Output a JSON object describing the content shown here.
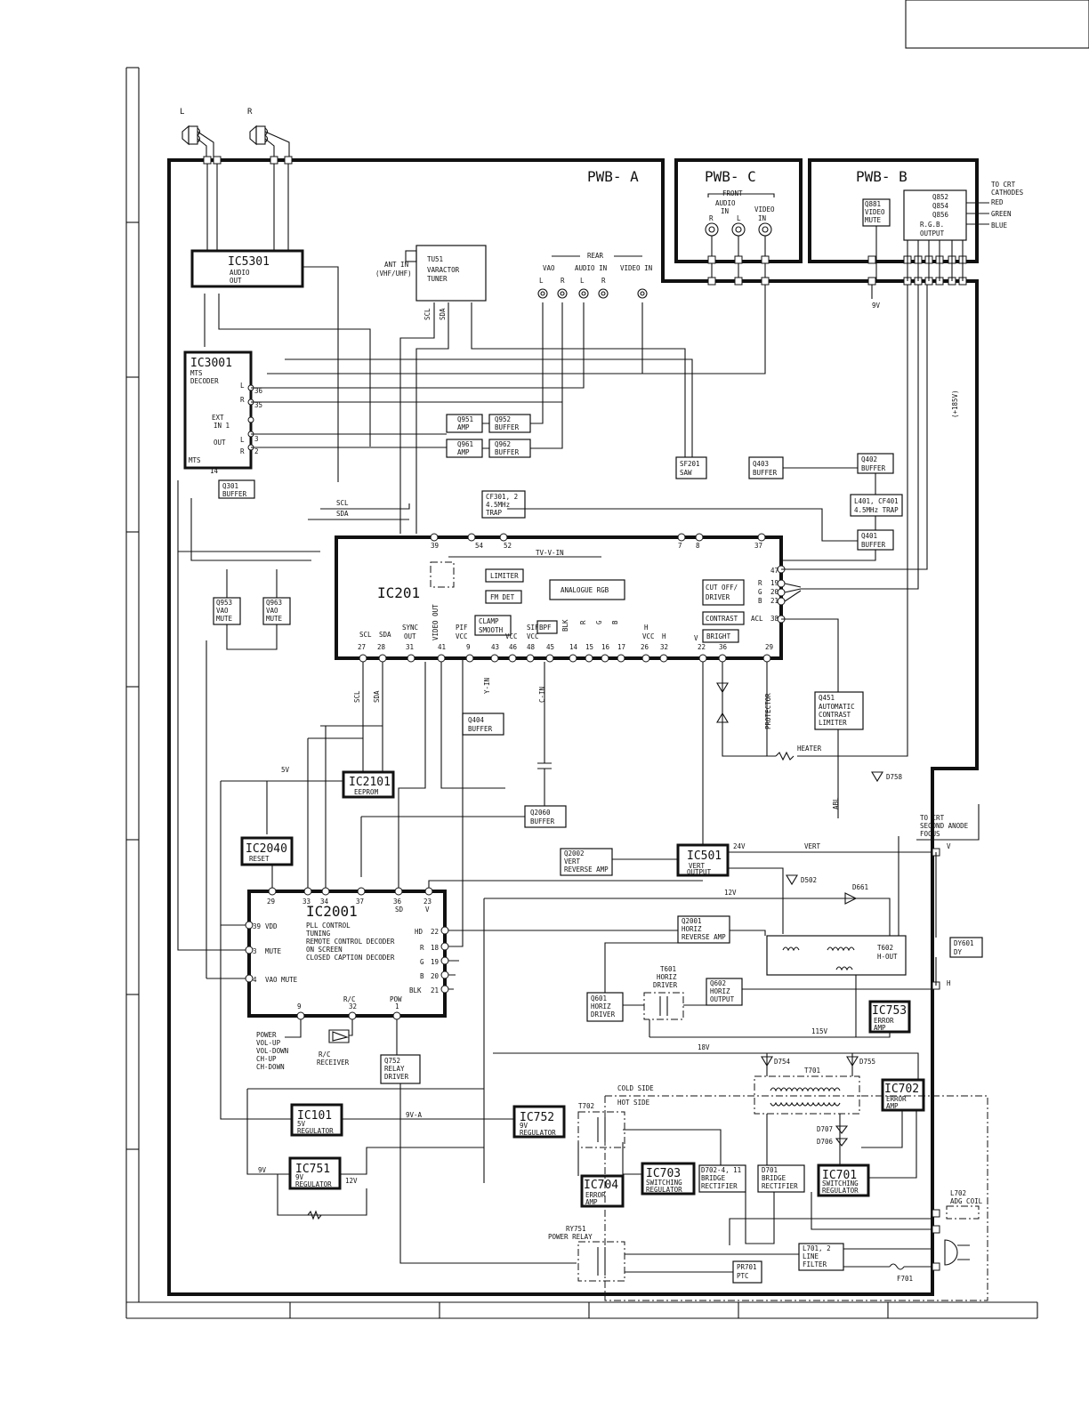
{
  "boards": {
    "a": "PWB- A",
    "b": "PWB- B",
    "c": "PWB- C"
  },
  "speakers": {
    "left": "L",
    "right": "R"
  },
  "ic5301": {
    "name": "IC5301",
    "l1": "AUDIO",
    "l2": "OUT"
  },
  "tu51": {
    "l1": "TU51",
    "l2": "VARACTOR",
    "l3": "TUNER"
  },
  "ant": {
    "l1": "ANT IN",
    "l2": "(VHF/UHF)"
  },
  "tuner_pins": {
    "scl": "SCL",
    "sda": "SDA"
  },
  "rear": {
    "title": "REAR",
    "vao": "VAO",
    "audio_in": "AUDIO IN",
    "video_in": "VIDEO IN",
    "l": "L",
    "r": "R"
  },
  "front": {
    "title": "FRONT",
    "audio_in_1": "AUDIO",
    "audio_in_2": "IN",
    "video_in_1": "VIDEO",
    "video_in_2": "IN",
    "r": "R",
    "l": "L"
  },
  "ic3001": {
    "name": "IC3001",
    "l1": "MTS",
    "l2": "DECODER",
    "ext1": "EXT",
    "ext2": "IN 1",
    "out": "OUT",
    "mts": "MTS",
    "p36": "36",
    "p35": "35",
    "p3": "3",
    "p2": "2",
    "p14": "14",
    "l": "L",
    "r": "R"
  },
  "q301": {
    "l1": "Q301",
    "l2": "BUFFER"
  },
  "q951": {
    "l1": "Q951",
    "l2": "AMP"
  },
  "q952": {
    "l1": "Q952",
    "l2": "BUFFER"
  },
  "q961": {
    "l1": "Q961",
    "l2": "AMP"
  },
  "q962": {
    "l1": "Q962",
    "l2": "BUFFER"
  },
  "cf301": {
    "l1": "CF301, 2",
    "l2": "4.5MHz",
    "l3": "TRAP"
  },
  "sf201": {
    "l1": "SF201",
    "l2": "SAW"
  },
  "q403": {
    "l1": "Q403",
    "l2": "BUFFER"
  },
  "q402": {
    "l1": "Q402",
    "l2": "BUFFER"
  },
  "l401": {
    "l1": "L401, CF401",
    "l2": "4.5MHz TRAP"
  },
  "q401": {
    "l1": "Q401",
    "l2": "BUFFER"
  },
  "q881": {
    "l1": "Q881",
    "l2": "VIDEO",
    "l3": "MUTE"
  },
  "q852": {
    "l1": "Q852",
    "l2": "Q854",
    "l3": "Q856",
    "l4": "R.G.B.",
    "l5": "OUTPUT"
  },
  "crt": {
    "l1": "TO CRT",
    "l2": "CATHODES",
    "red": "RED",
    "green": "GREEN",
    "blue": "BLUE"
  },
  "v9": "9V",
  "v185": "(+185V)",
  "scl": "SCL",
  "sda": "SDA",
  "ic201": {
    "name": "IC201",
    "top_pins": [
      "39",
      "54",
      "52",
      "7",
      "8",
      "37"
    ],
    "tv_v_in": "TV-V-IN",
    "limiter": "LIMITER",
    "fm_det": "FM DET",
    "analogue_rgb": "ANALOGUE RGB",
    "cutoff1": "CUT OFF/",
    "cutoff2": "DRIVER",
    "contrast": "CONTRAST",
    "bright": "BRIGHT",
    "clamp1": "CLAMP",
    "clamp2": "SMOOTH",
    "bpf": "BPF",
    "video_out": "VIDEO OUT",
    "blk": "BLK",
    "r": "R",
    "g": "G",
    "b": "B",
    "right_pins": [
      "47",
      "19",
      "20",
      "21",
      "38"
    ],
    "right_labels": [
      "R",
      "G",
      "B",
      "ACL"
    ],
    "bottom_labels": [
      "SCL",
      "SDA",
      "SYNC",
      "OUT",
      "PIF",
      "VCC",
      "VCC",
      "SIF",
      "VCC",
      "H",
      "VCC",
      "H",
      "V"
    ],
    "bottom_pins": [
      "27",
      "28",
      "31",
      "41",
      "9",
      "43",
      "46",
      "48",
      "45",
      "14",
      "15",
      "16",
      "17",
      "26",
      "32",
      "22",
      "36",
      "29"
    ]
  },
  "q953": {
    "l1": "Q953",
    "l2": "VAO",
    "l3": "MUTE"
  },
  "q963": {
    "l1": "Q963",
    "l2": "VAO",
    "l3": "MUTE"
  },
  "y_in": "Y-IN",
  "c_in": "C-IN",
  "protector": "PROTECTOR",
  "q404": {
    "l1": "Q404",
    "l2": "BUFFER"
  },
  "q451": {
    "l1": "Q451",
    "l2": "AUTOMATIC",
    "l3": "CONTRAST",
    "l4": "LIMITER"
  },
  "heater": "HEATER",
  "ic2101": {
    "name": "IC2101",
    "l1": "EEPROM"
  },
  "v5": "5V",
  "d758": "D758",
  "abl": "ABL",
  "q2060": {
    "l1": "Q2060",
    "l2": "BUFFER"
  },
  "ic2040": {
    "name": "IC2040",
    "l1": "RESET"
  },
  "q2002": {
    "l1": "Q2002",
    "l2": "VERT",
    "l3": "REVERSE AMP"
  },
  "ic501": {
    "name": "IC501",
    "l1": "VERT",
    "l2": "OUTPUT"
  },
  "v24": "24V",
  "vert": "VERT",
  "crt2": {
    "l1": "TO CRT",
    "l2": "SECOND ANODE",
    "l3": "FOCUS"
  },
  "vlab": "V",
  "hlab": "H",
  "d502": "D502",
  "d661": "D661",
  "v12": "12V",
  "ic2001": {
    "name": "IC2001",
    "lines": [
      "PLL CONTROL",
      "TUNING",
      "REMOTE CONTROL DECODER",
      "ON SCREEN",
      "CLOSED CAPTION DECODER"
    ],
    "top_pins": [
      "29",
      "33",
      "34",
      "37",
      "36",
      "23"
    ],
    "sd": "SD",
    "v": "V",
    "left_pins": [
      "39",
      "3",
      "4"
    ],
    "left_labels": [
      "VDD",
      "MUTE",
      "VAO MUTE"
    ],
    "right_pins": [
      "22",
      "18",
      "19",
      "20",
      "21"
    ],
    "right_labels": [
      "HD",
      "R",
      "G",
      "B",
      "BLK"
    ],
    "bottom_pins": [
      "9",
      "32",
      "1"
    ],
    "bottom_labels": [
      "R/C",
      "POW"
    ]
  },
  "q2001": {
    "l1": "Q2001",
    "l2": "HORIZ",
    "l3": "REVERSE AMP"
  },
  "t602": {
    "l1": "T602",
    "l2": "H-OUT"
  },
  "dy601": {
    "l1": "DY601",
    "l2": "DY"
  },
  "t601": {
    "l1": "T601",
    "l2": "HORIZ",
    "l3": "DRIVER"
  },
  "q601": {
    "l1": "Q601",
    "l2": "HORIZ",
    "l3": "DRIVER"
  },
  "q602": {
    "l1": "Q602",
    "l2": "HORIZ",
    "l3": "OUTPUT"
  },
  "ic753": {
    "name": "IC753",
    "l1": "ERROR",
    "l2": "AMP"
  },
  "v115": "115V",
  "v18": "18V",
  "power_keys": [
    "POWER",
    "VOL-UP",
    "VOL-DOWN",
    "CH-UP",
    "CH-DOWN"
  ],
  "rc": {
    "l1": "R/C",
    "l2": "RECEIVER"
  },
  "q752": {
    "l1": "Q752",
    "l2": "RELAY",
    "l3": "DRIVER"
  },
  "d754": "D754",
  "t701": "T701",
  "d755": "D755",
  "ic702": {
    "name": "IC702",
    "l1": "ERROR",
    "l2": "AMP"
  },
  "ic101": {
    "name": "IC101",
    "l1": "5V",
    "l2": "REGULATOR"
  },
  "v9a": "9V-A",
  "ic752": {
    "name": "IC752",
    "l1": "9V",
    "l2": "REGULATOR"
  },
  "t702": "T702",
  "cold_side": "COLD SIDE",
  "hot_side": "HOT SIDE",
  "d707": "D707",
  "d706": "D706",
  "ic703": {
    "name": "IC703",
    "l1": "SWITCHING",
    "l2": "REGULATOR"
  },
  "ic704": {
    "name": "IC704",
    "l1": "ERROR",
    "l2": "AMP"
  },
  "d702": {
    "l1": "D702-4, 11",
    "l2": "BRIDGE",
    "l3": "RECTIFIER"
  },
  "d701": {
    "l1": "D701",
    "l2": "BRIDGE",
    "l3": "RECTIFIER"
  },
  "ic701": {
    "name": "IC701",
    "l1": "SWITCHING",
    "l2": "REGULATOR"
  },
  "ic751": {
    "name": "IC751",
    "l1": "9V",
    "l2": "REGULATOR"
  },
  "v9b": "9V",
  "v12b": "12V",
  "l702": {
    "l1": "L702",
    "l2": "ADG COIL"
  },
  "ry751": {
    "l1": "RY751",
    "l2": "POWER RELAY"
  },
  "l701": {
    "l1": "L701, 2",
    "l2": "LINE",
    "l3": "FILTER"
  },
  "pr701": {
    "l1": "PR701",
    "l2": "PTC"
  },
  "f701": "F701"
}
